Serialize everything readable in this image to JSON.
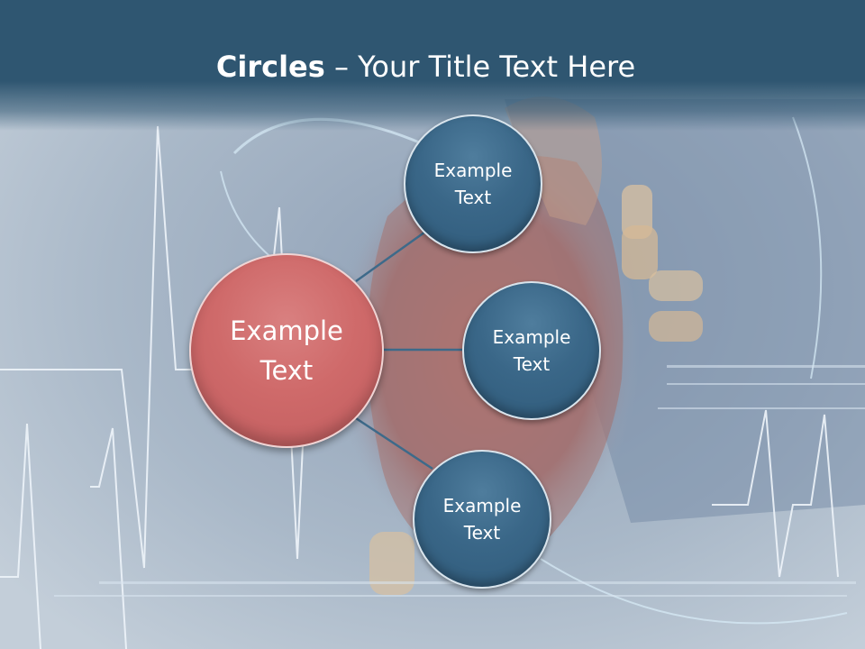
{
  "slide": {
    "title_bold": "Circles",
    "title_rest": " – Your Title Text Here"
  },
  "center_circle": {
    "line1": "Example",
    "line2": "Text"
  },
  "satellites": [
    {
      "line1": "Example",
      "line2": "Text"
    },
    {
      "line1": "Example",
      "line2": "Text"
    },
    {
      "line1": "Example",
      "line2": "Text"
    }
  ],
  "colors": {
    "title_bar": "#2f5671",
    "center_circle": "#cf6a6a",
    "satellite_circle": "#3a6788",
    "connector": "#3d6a8a"
  }
}
